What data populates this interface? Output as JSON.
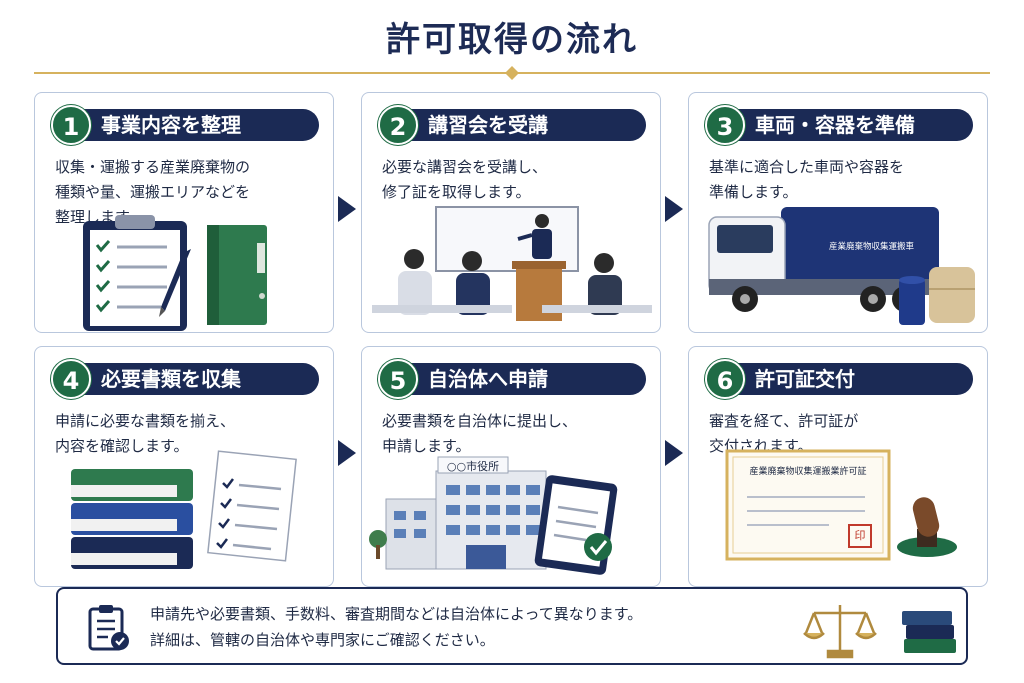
{
  "title": "許可取得の流れ",
  "steps": [
    {
      "number": "1",
      "label": "事業内容を整理",
      "desc": [
        "収集・運搬する産業廃棄物の",
        "種類や量、運搬エリアなどを",
        "整理します。"
      ]
    },
    {
      "number": "2",
      "label": "講習会を受講",
      "desc": [
        "必要な講習会を受講し、",
        "修了証を取得します。"
      ]
    },
    {
      "number": "3",
      "label": "車両・容器を準備",
      "desc": [
        "基準に適合した車両や容器を",
        "準備します。"
      ]
    },
    {
      "number": "4",
      "label": "必要書類を収集",
      "desc": [
        "申請に必要な書類を揃え、",
        "内容を確認します。"
      ]
    },
    {
      "number": "5",
      "label": "自治体へ申請",
      "desc": [
        "必要書類を自治体に提出し、",
        "申請します。"
      ]
    },
    {
      "number": "6",
      "label": "許可証交付",
      "desc": [
        "審査を経て、許可証が",
        "交付されます。"
      ]
    }
  ],
  "truck_text": "産業廃棄物収集運搬車",
  "city_hall_sign": "○○市役所",
  "certificate_title": "産業廃棄物収集運搬業許可証",
  "seal_text": "印",
  "note": [
    "申請先や必要書類、手数料、審査期間などは自治体によって異なります。",
    "詳細は、管轄の自治体や専門家にご確認ください。"
  ],
  "colors": {
    "navy": "#1b2a55",
    "green": "#1f6b45",
    "gold": "#d6b25e",
    "card_border": "#b9c7dd"
  }
}
